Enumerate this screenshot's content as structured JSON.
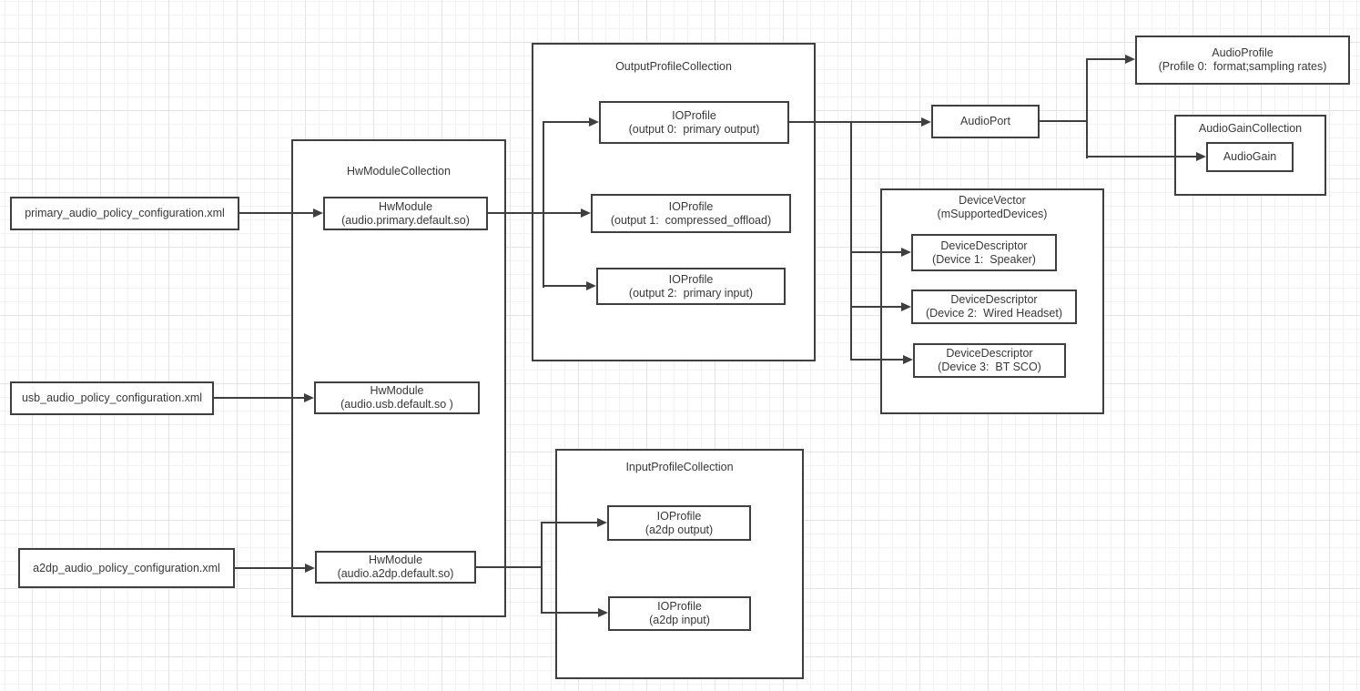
{
  "colors": {
    "line": "#3f3f3f",
    "text": "#383838",
    "node_background": "#ffffff",
    "grid_minor": "#f2f2f5",
    "grid_major": "#e4e4e8"
  },
  "groups": {
    "hw_module_collection": {
      "title": "HwModuleCollection"
    },
    "output_profile_collection": {
      "title": "OutputProfileCollection"
    },
    "input_profile_collection": {
      "title": "InputProfileCollection"
    },
    "device_vector": {
      "title": "DeviceVector\n(mSupportedDevices)"
    },
    "audio_gain_collection": {
      "title": "AudioGainCollection"
    }
  },
  "nodes": {
    "primary_xml": {
      "label": "primary_audio_policy_configuration.xml"
    },
    "usb_xml": {
      "label": "usb_audio_policy_configuration.xml"
    },
    "a2dp_xml": {
      "label": "a2dp_audio_policy_configuration.xml"
    },
    "hw_module_primary": {
      "label": "HwModule\n(audio.primary.default.so)"
    },
    "hw_module_usb": {
      "label": "HwModule\n(audio.usb.default.so )"
    },
    "hw_module_a2dp": {
      "label": "HwModule\n(audio.a2dp.default.so)"
    },
    "ioprofile_output0": {
      "label": "IOProfile\n(output 0:  primary output)"
    },
    "ioprofile_output1": {
      "label": "IOProfile\n(output 1:  compressed_offload)"
    },
    "ioprofile_output2": {
      "label": "IOProfile\n(output 2:  primary input)"
    },
    "ioprofile_a2dp_output": {
      "label": "IOProfile\n(a2dp output)"
    },
    "ioprofile_a2dp_input": {
      "label": "IOProfile\n(a2dp input)"
    },
    "audio_port": {
      "label": "AudioPort"
    },
    "audio_profile": {
      "label": "AudioProfile\n(Profile 0:  format;sampling rates)"
    },
    "audio_gain": {
      "label": "AudioGain"
    },
    "device_descriptor_1": {
      "label": "DeviceDescriptor\n(Device 1:  Speaker)"
    },
    "device_descriptor_2": {
      "label": "DeviceDescriptor\n(Device 2:  Wired Headset)"
    },
    "device_descriptor_3": {
      "label": "DeviceDescriptor\n(Device 3:  BT SCO)"
    }
  }
}
